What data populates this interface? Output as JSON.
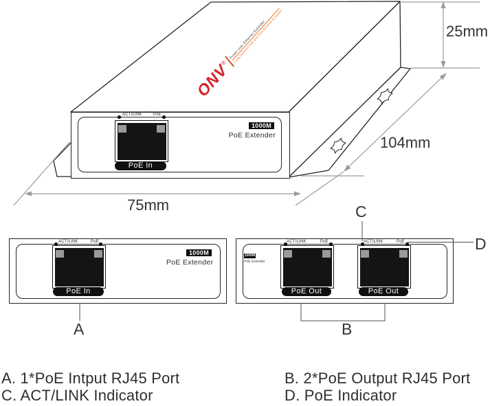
{
  "device": {
    "brand": "ONV",
    "reg_mark": "®",
    "logo_line1": "Power over Ethernet Extender",
    "logo_line2": "Long Distance PoE and Data Ethernet Extender",
    "speed_badge": "1000M",
    "model_label": "PoE Extender"
  },
  "port_labels": {
    "act_link": "ACT/LINK",
    "poe": "PoE",
    "poe_in": "PoE In",
    "poe_out": "PoE Out"
  },
  "dimensions": {
    "height": "25mm",
    "depth": "104mm",
    "width": "75mm"
  },
  "callouts": {
    "a": "A",
    "b": "B",
    "c": "C",
    "d": "D"
  },
  "legend": {
    "a": "A. 1*PoE Intput RJ45 Port",
    "b": "B. 2*PoE Output RJ45 Port",
    "c": "C. ACT/LINK Indicator",
    "d": "D. PoE Indicator"
  },
  "colors": {
    "brand_red": "#d42128",
    "tagline_orange": "#e4711f",
    "outline_black": "#232323",
    "dimension_gray": "#9b9b9b",
    "led_gray": "#9a9a9a",
    "badge_black": "#101010"
  }
}
